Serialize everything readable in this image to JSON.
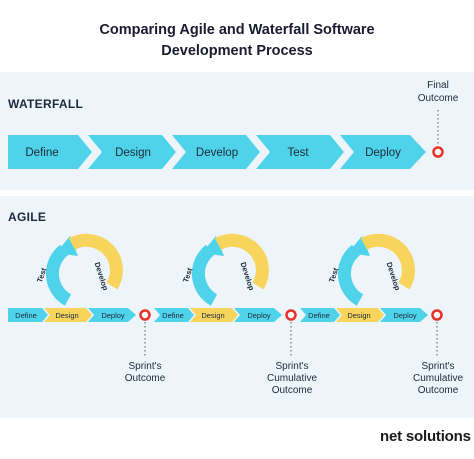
{
  "title_line1": "Comparing Agile and Waterfall Software",
  "title_line2": "Development Process",
  "waterfall": {
    "label": "WATERFALL",
    "steps": [
      "Define",
      "Design",
      "Develop",
      "Test",
      "Deploy"
    ],
    "final_outcome_line1": "Final",
    "final_outcome_line2": "Outcome",
    "color": "#4fd3ea"
  },
  "agile": {
    "label": "AGILE",
    "sprints": [
      {
        "steps": [
          "Define",
          "Design",
          "Deploy"
        ],
        "cycle": [
          "Test",
          "Develop"
        ],
        "outcome": [
          "Sprint's",
          "Outcome"
        ]
      },
      {
        "steps": [
          "Define",
          "Design",
          "Deploy"
        ],
        "cycle": [
          "Test",
          "Develop"
        ],
        "outcome": [
          "Sprint's",
          "Cumulative",
          "Outcome"
        ]
      },
      {
        "steps": [
          "Define",
          "Design",
          "Deploy"
        ],
        "cycle": [
          "Test",
          "Develop"
        ],
        "outcome": [
          "Sprint's",
          "Cumulative",
          "Outcome"
        ]
      }
    ],
    "cyan": "#4fd3ea",
    "yellow": "#f7d45c",
    "red": "#e8302a"
  },
  "brand": "net solutions"
}
